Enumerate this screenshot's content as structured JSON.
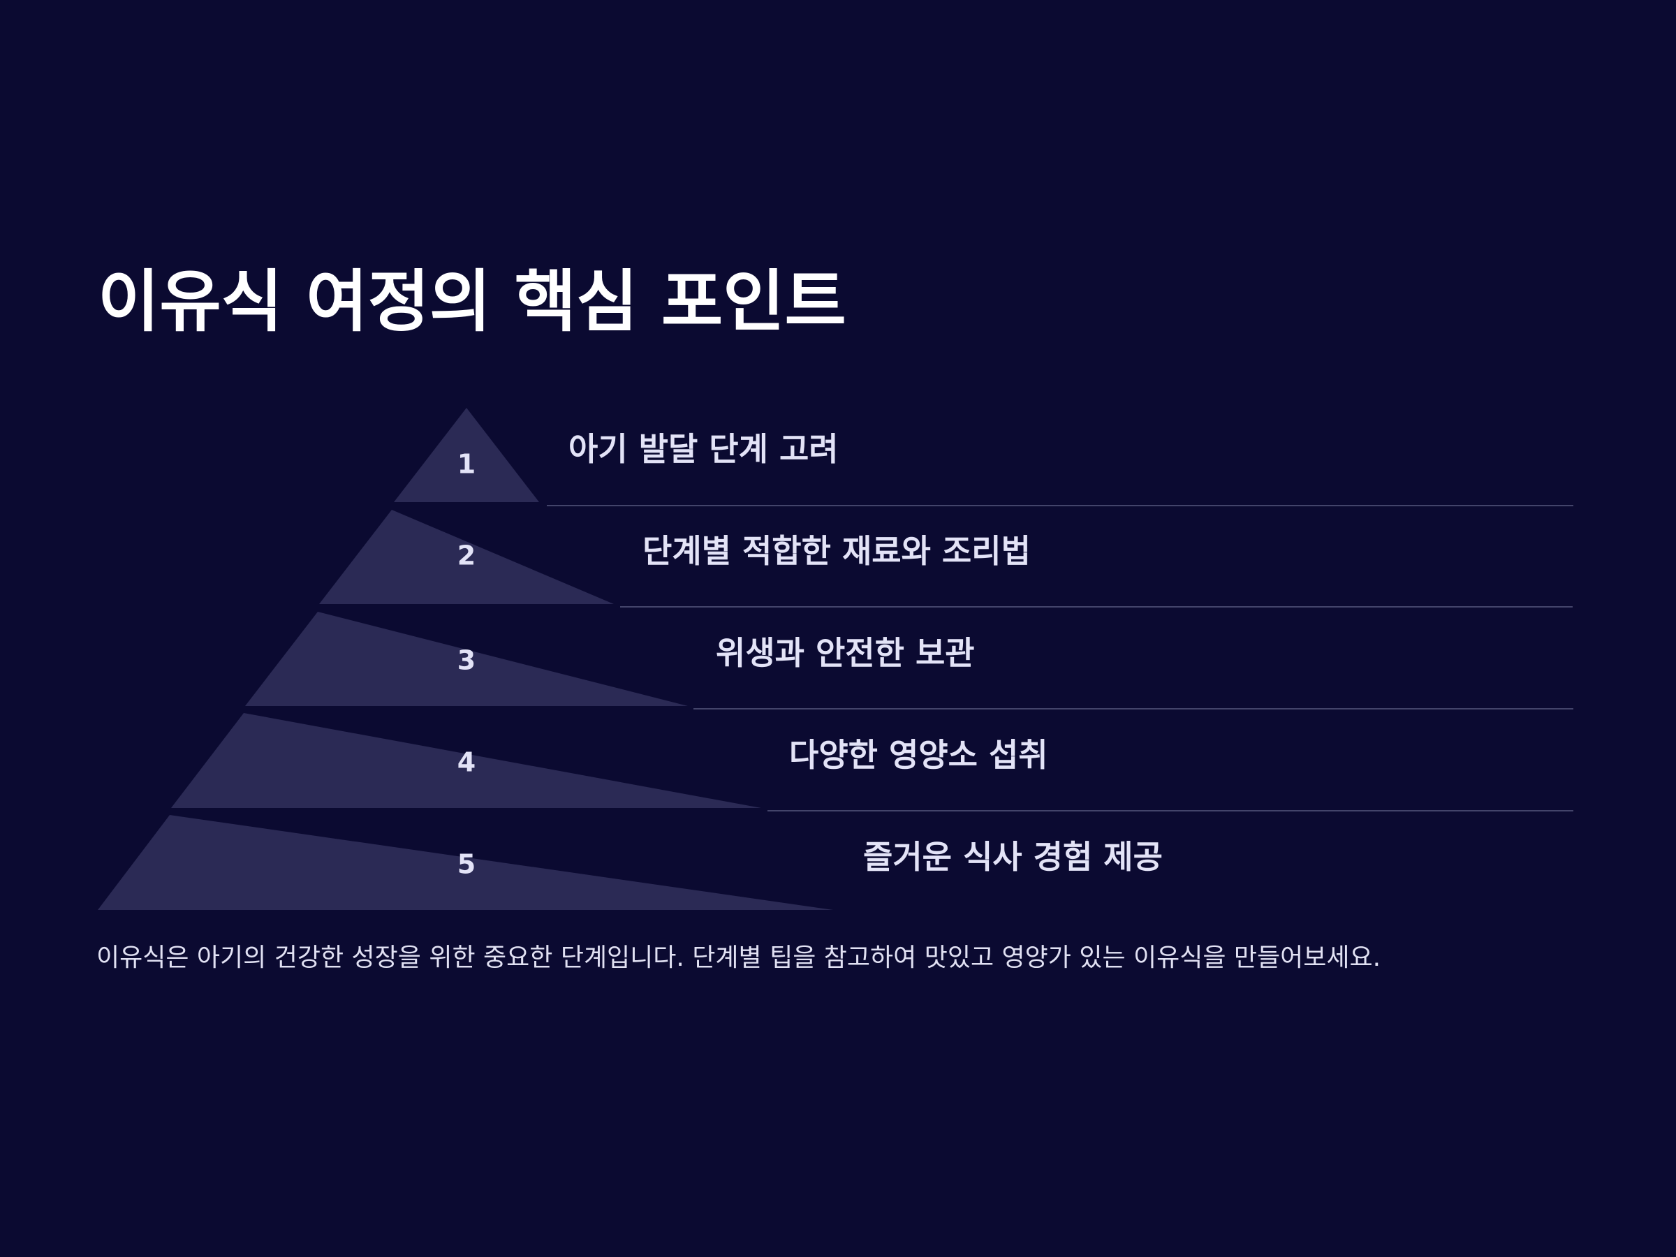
{
  "title": "이유식 여정의 핵심 포인트",
  "colors": {
    "background": "#0b0a31",
    "layer_fill": "#2b2a55",
    "divider": "#43446a",
    "text": "#e3e3f7"
  },
  "pyramid": {
    "levels": [
      {
        "number": "1",
        "label": "아기 발달 단계 고려"
      },
      {
        "number": "2",
        "label": "단계별 적합한 재료와 조리법"
      },
      {
        "number": "3",
        "label": "위생과 안전한 보관"
      },
      {
        "number": "4",
        "label": "다양한 영양소 섭취"
      },
      {
        "number": "5",
        "label": "즐거운 식사 경험 제공"
      }
    ]
  },
  "caption": "이유식은 아기의 건강한 성장을 위한 중요한 단계입니다. 단계별 팁을 참고하여 맛있고 영양가 있는 이유식을 만들어보세요."
}
